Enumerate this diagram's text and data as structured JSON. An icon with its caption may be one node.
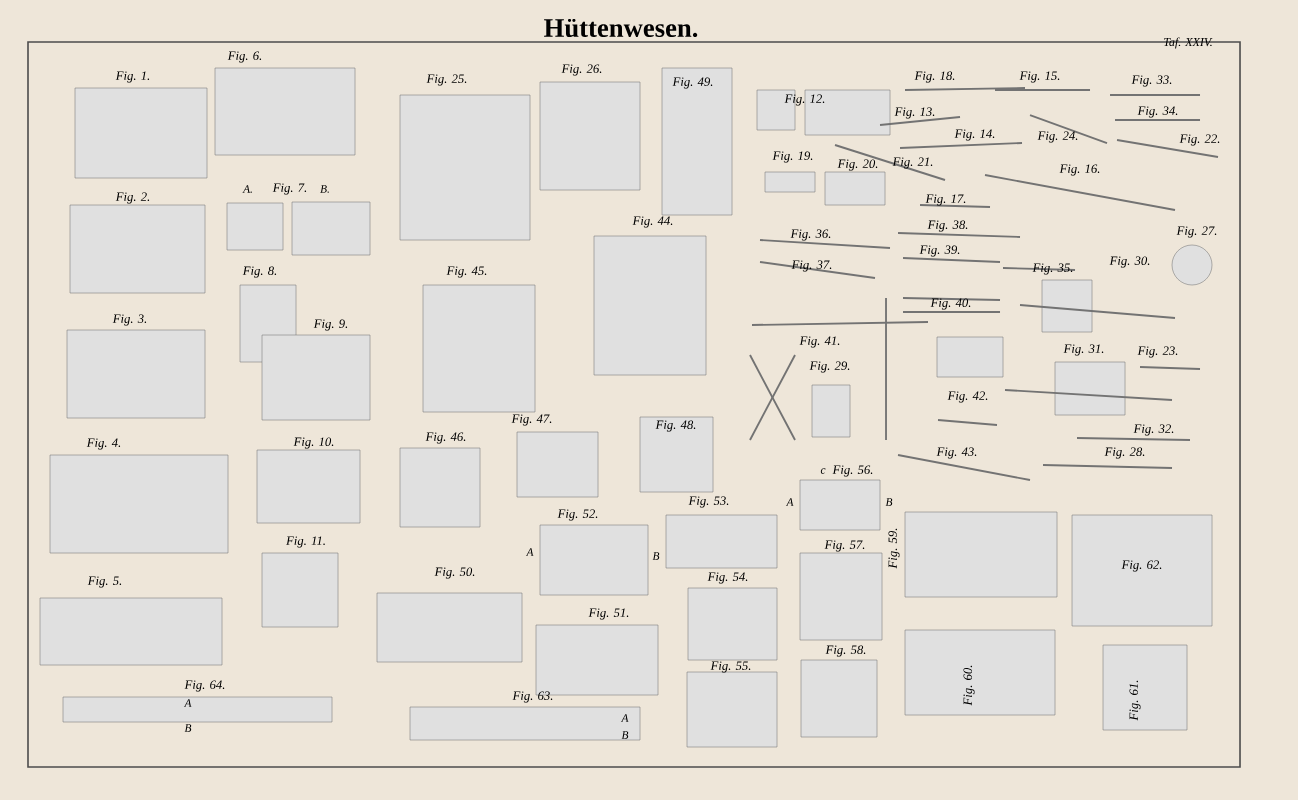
{
  "diagram": {
    "title": "Hüttenwesen.",
    "labels": [
      "Taf. XXIV.",
      "Fig. 1.",
      "Fig. 6.",
      "Fig. 25.",
      "Fig. 26.",
      "Fig. 49.",
      "Fig. 2.",
      "A.",
      "Fig. 7.",
      "B.",
      "Fig. 8.",
      "Fig. 9.",
      "Fig. 3.",
      "Fig. 12.",
      "Fig. 18.",
      "Fig. 15.",
      "Fig. 33.",
      "Fig. 13.",
      "Fig. 14.",
      "Fig. 34.",
      "Fig. 24.",
      "Fig. 22.",
      "Fig. 19.",
      "Fig. 20.",
      "Fig. 21.",
      "Fig. 16.",
      "Fig. 17.",
      "Fig. 38.",
      "Fig. 36.",
      "Fig. 39.",
      "Fig. 35.",
      "Fig. 30.",
      "Fig. 27.",
      "Fig. 37.",
      "Fig. 40.",
      "Fig. 41.",
      "Fig. 29.",
      "Fig. 31.",
      "Fig. 23.",
      "Fig. 42.",
      "Fig. 32.",
      "Fig. 43.",
      "Fig. 28.",
      "Fig. 44.",
      "Fig. 45.",
      "Fig. 46.",
      "Fig. 47.",
      "Fig. 48.",
      "Fig. 4.",
      "Fig. 10.",
      "Fig. 11.",
      "Fig. 5.",
      "Fig. 50.",
      "Fig. 52.",
      "A",
      "B",
      "Fig. 51.",
      "Fig. 53.",
      "c",
      "Fig. 56.",
      "A",
      "B",
      "Fig. 57.",
      "Fig. 54.",
      "Fig. 55.",
      "Fig. 58.",
      "Fig. 59.",
      "Fig. 62.",
      "Fig. 60.",
      "Fig. 61.",
      "Fig. 64.",
      "A",
      "B",
      "Fig. 63.",
      "A",
      "B"
    ]
  }
}
